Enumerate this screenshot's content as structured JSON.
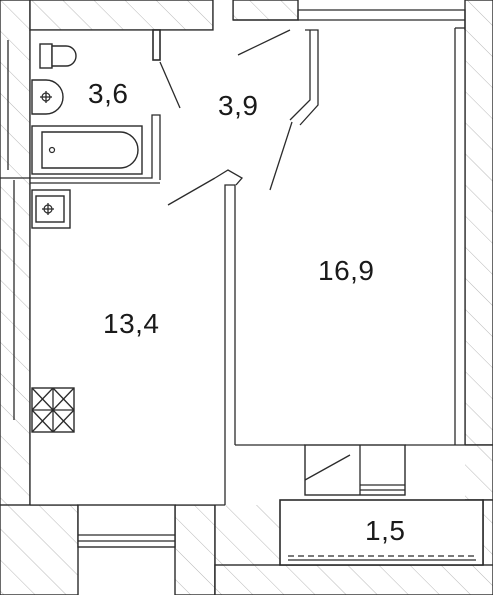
{
  "plan": {
    "rooms": [
      {
        "id": "bathroom",
        "area": "3,6"
      },
      {
        "id": "hallway",
        "area": "3,9"
      },
      {
        "id": "living-room",
        "area": "16,9"
      },
      {
        "id": "kitchen",
        "area": "13,4"
      },
      {
        "id": "balcony",
        "area": "1,5"
      }
    ],
    "colors": {
      "wall": "#2b2b2b",
      "hatch": "#b8b8b8",
      "background": "#ffffff"
    },
    "icons": [
      "toilet-icon",
      "sink-icon",
      "bathtub-icon",
      "kitchen-sink-icon",
      "stove-icon",
      "door-swing-icon",
      "window-icon"
    ]
  }
}
